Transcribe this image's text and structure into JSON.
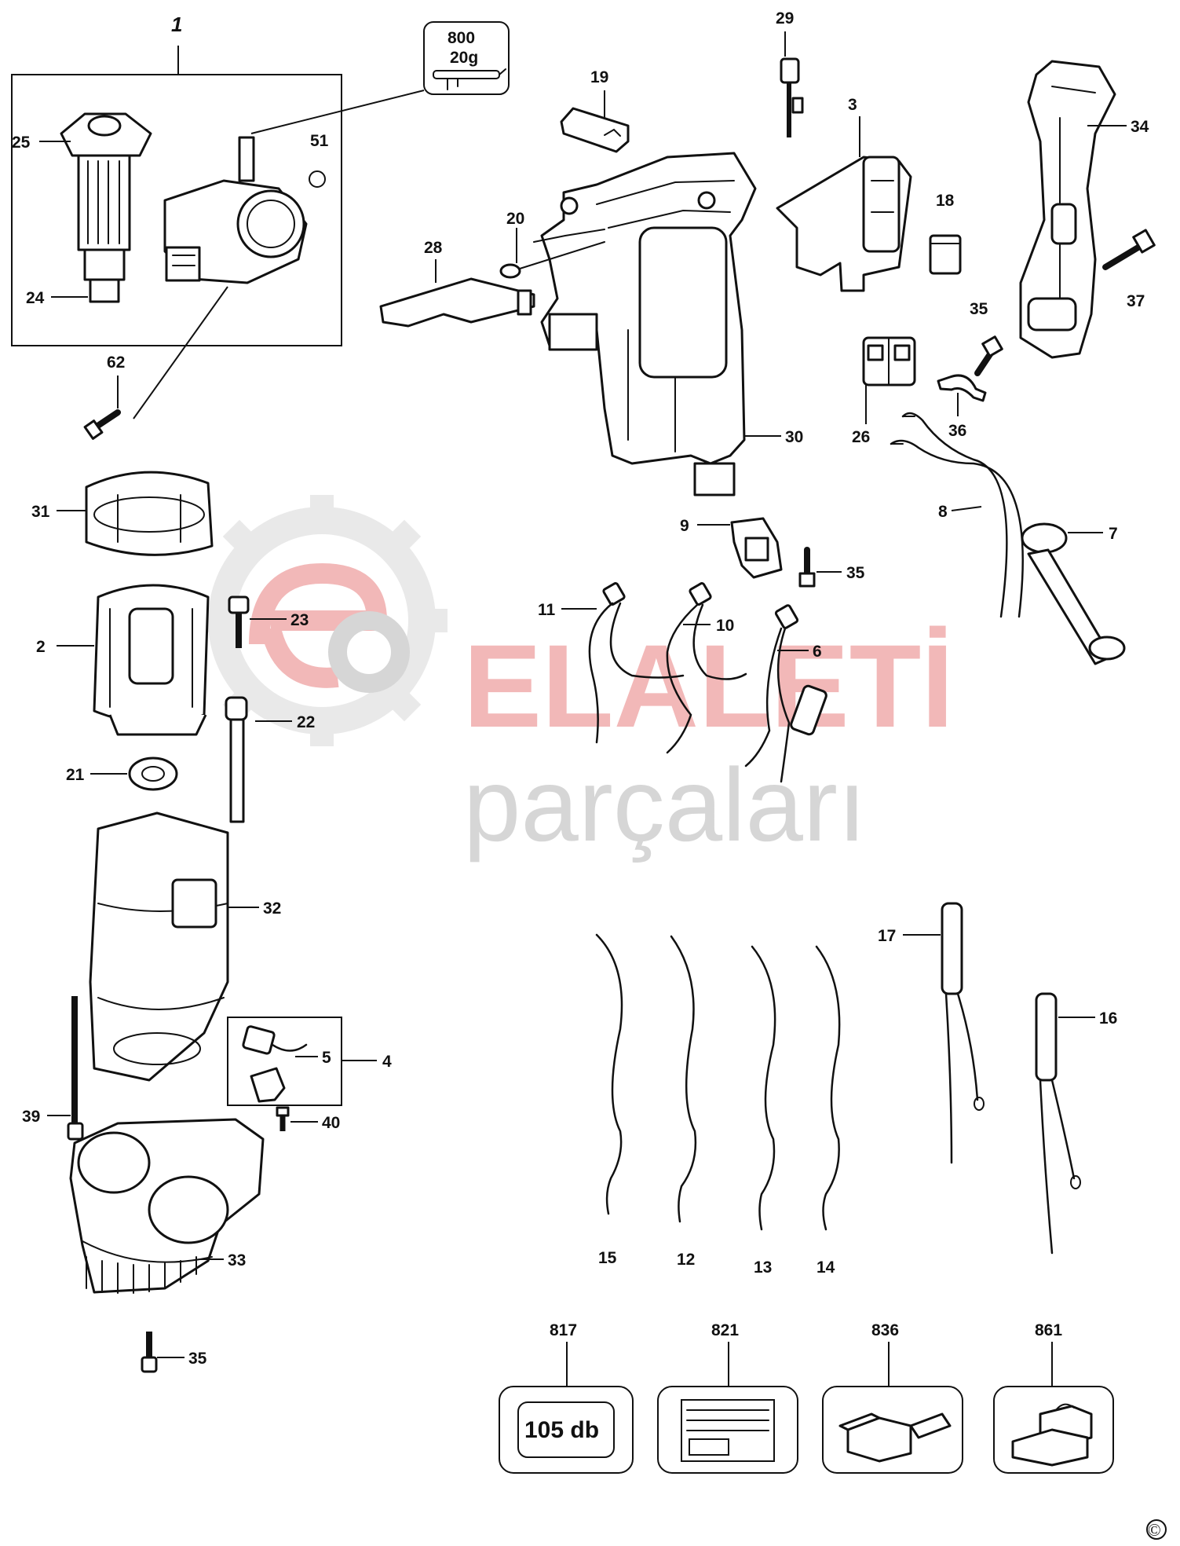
{
  "labels": {
    "kit": "1",
    "grease_code": "800",
    "grease_qty": "20g",
    "l25": "25",
    "l51": "51",
    "l24": "24",
    "l62": "62",
    "l19": "19",
    "l29": "29",
    "l3": "3",
    "l34": "34",
    "l20": "20",
    "l28": "28",
    "l18": "18",
    "l37": "37",
    "l35a": "35",
    "l26": "26",
    "l36": "36",
    "l30": "30",
    "l31": "31",
    "l9": "9",
    "l35b": "35",
    "l8": "8",
    "l7": "7",
    "l23": "23",
    "l2": "2",
    "l11": "11",
    "l10": "10",
    "l6": "6",
    "l22": "22",
    "l21": "21",
    "l32": "32",
    "l17": "17",
    "l16": "16",
    "l5": "5",
    "l4": "4",
    "l39": "39",
    "l40": "40",
    "l33": "33",
    "l15": "15",
    "l12": "12",
    "l13": "13",
    "l14": "14",
    "l35c": "35",
    "l817": "817",
    "l821": "821",
    "l836": "836",
    "l861": "861"
  },
  "noise_card": "105 db",
  "watermark": {
    "brand_top": "ELALETİ",
    "brand_bottom": "parçaları"
  },
  "copyright": "©",
  "colors": {
    "watermark_red": "#f2b8b8",
    "watermark_gray": "#d6d6d6",
    "ink": "#111111"
  }
}
